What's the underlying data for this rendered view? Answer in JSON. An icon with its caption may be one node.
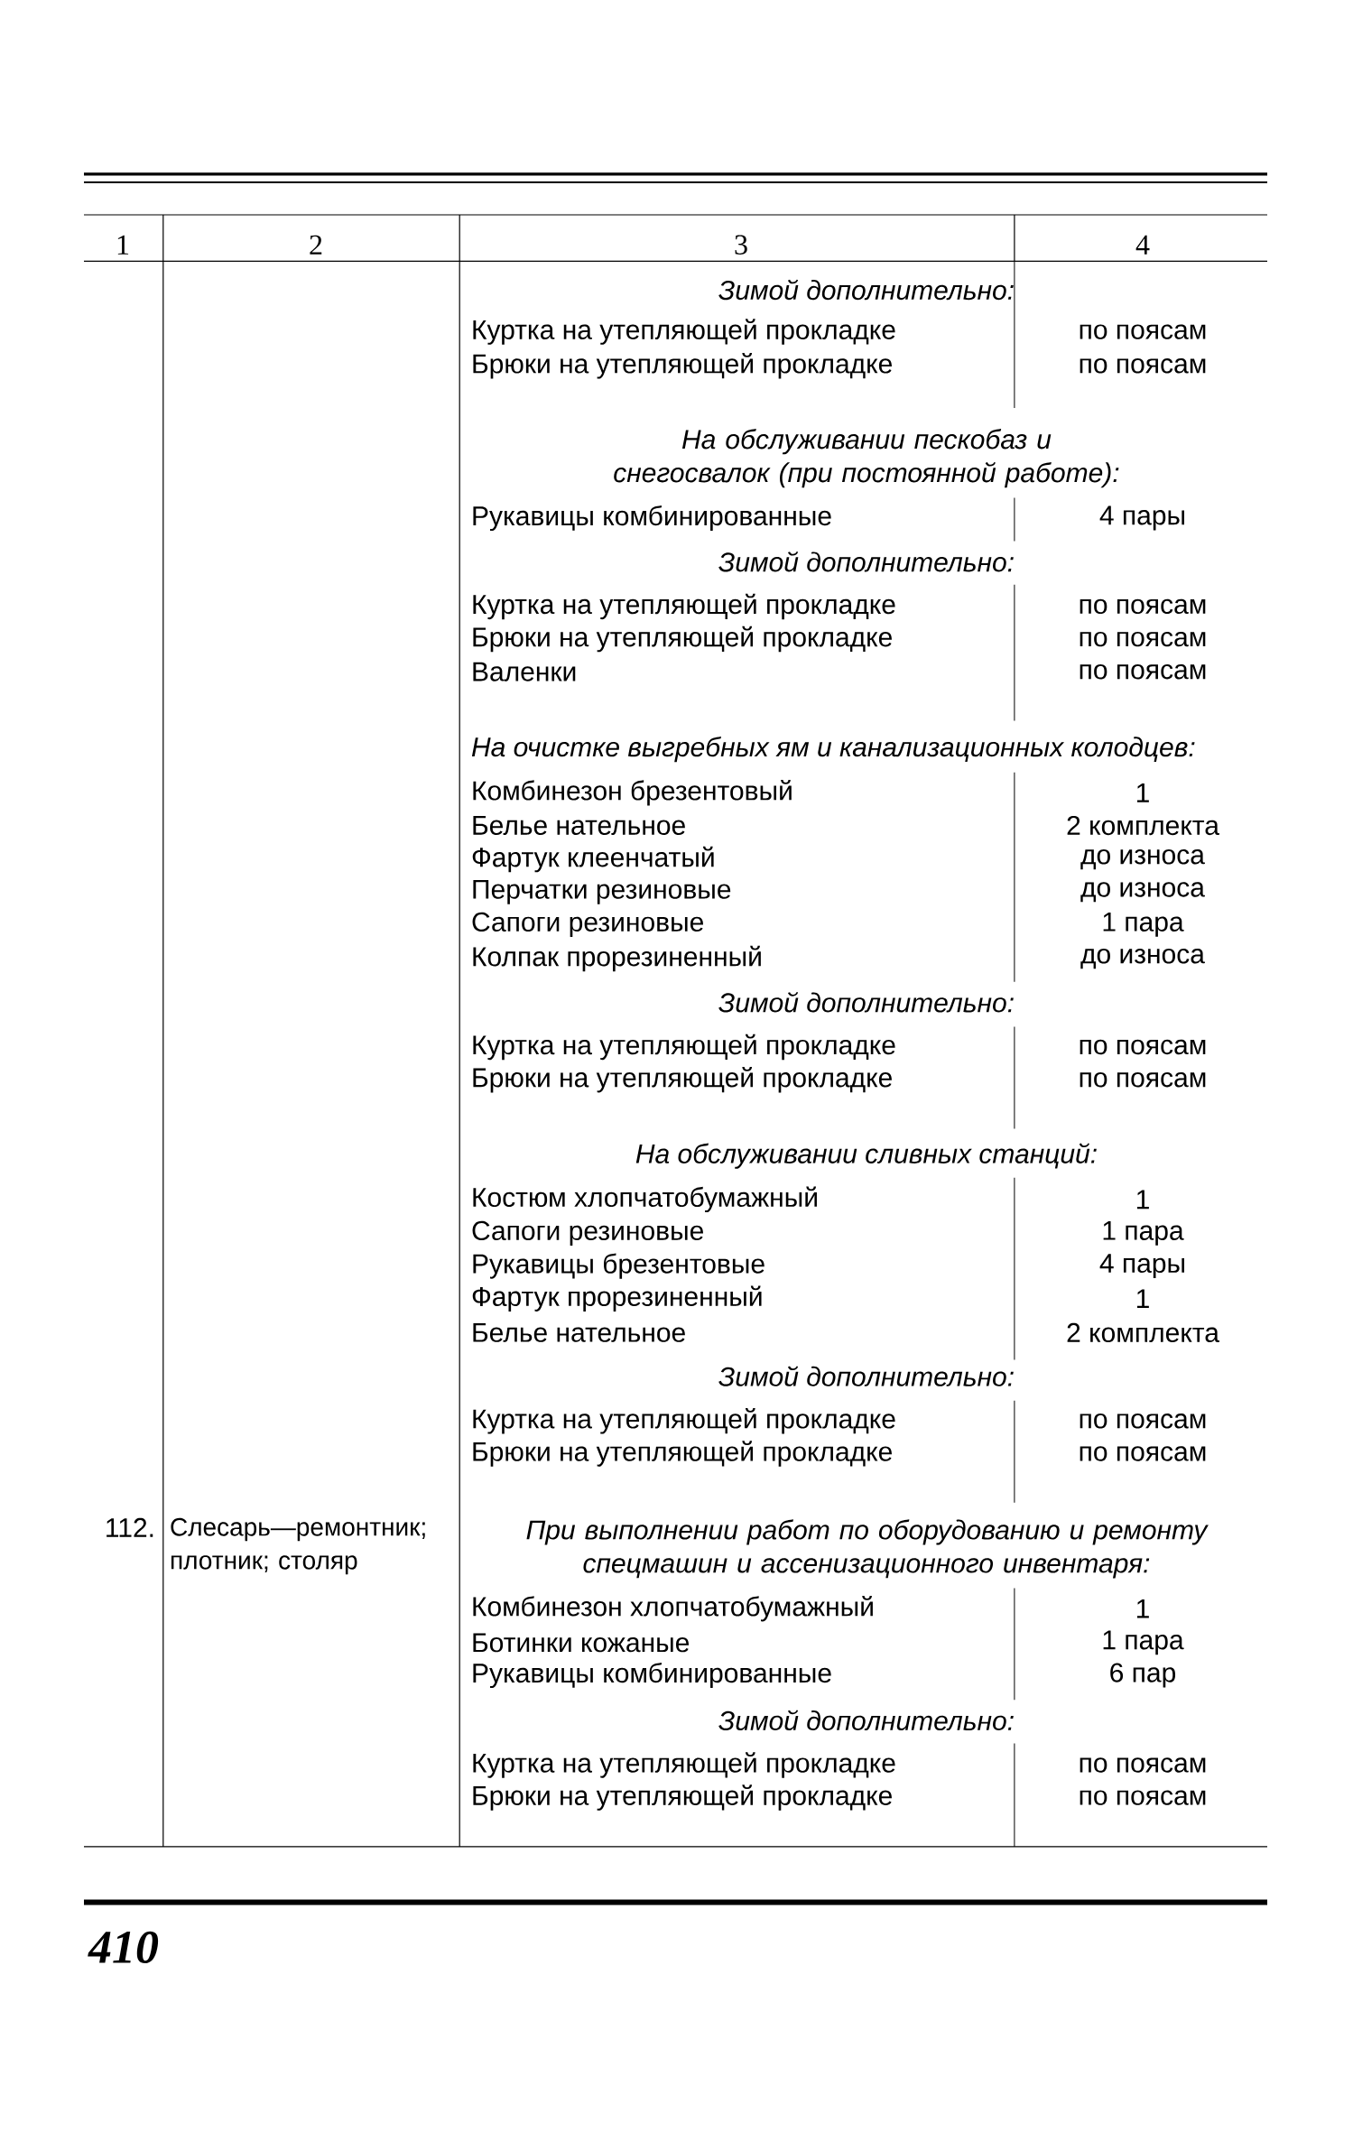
{
  "diagram": {
    "labels": [
      "1",
      "2",
      "3",
      "4",
      "Зимой дополнительно:",
      "Куртка на утепляющей прокладке",
      "по поясам",
      "Брюки на утепляющей прокладке",
      "по поясам",
      "На обслуживании пескобаз и снегосвалок (при постоянной работе):",
      "Рукавицы комбинированные",
      "4 пары",
      "Зимой дополнительно:",
      "Куртка на утепляющей прокладке",
      "по поясам",
      "Брюки на утепляющей прокладке",
      "по поясам",
      "Валенки",
      "по поясам",
      "На очистке выгребных ям и канализационных колодцев:",
      "Комбинезон брезентовый",
      "1",
      "Белье нательное",
      "2 комплекта",
      "Фартук клеенчатый",
      "до износа",
      "Перчатки резиновые",
      "до износа",
      "Сапоги резиновые",
      "1 пара",
      "Колпак прорезиненный",
      "до износа",
      "Зимой дополнительно:",
      "Куртка на утепляющей прокладке",
      "по поясам",
      "Брюки на утепляющей прокладке",
      "по поясам",
      "На обслуживании сливных станций:",
      "Костюм хлопчатобумажный",
      "1",
      "Сапоги резиновые",
      "1 пара",
      "Рукавицы брезентовые",
      "4 пары",
      "Фартук прорезиненный",
      "1",
      "Белье нательное",
      "2 комплекта",
      "Зимой дополнительно:",
      "Куртка на утепляющей прокладке",
      "по поясам",
      "Брюки на утепляющей прокладке",
      "по поясам",
      "112.",
      "Слесарь—ремонтник; плотник; столяр",
      "При выполнении работ по оборудованию и ремонту спецмашин и ассенизационного инвентаря:",
      "Комбинезон хлопчатобумажный",
      "1",
      "Ботинки кожаные",
      "1 пара",
      "Рукавицы комбинированные",
      "6 пар",
      "Зимой дополнительно:",
      "Куртка на утепляющей прокладке",
      "по поясам",
      "Брюки на утепляющей прокладке",
      "по поясам",
      "410"
    ]
  }
}
